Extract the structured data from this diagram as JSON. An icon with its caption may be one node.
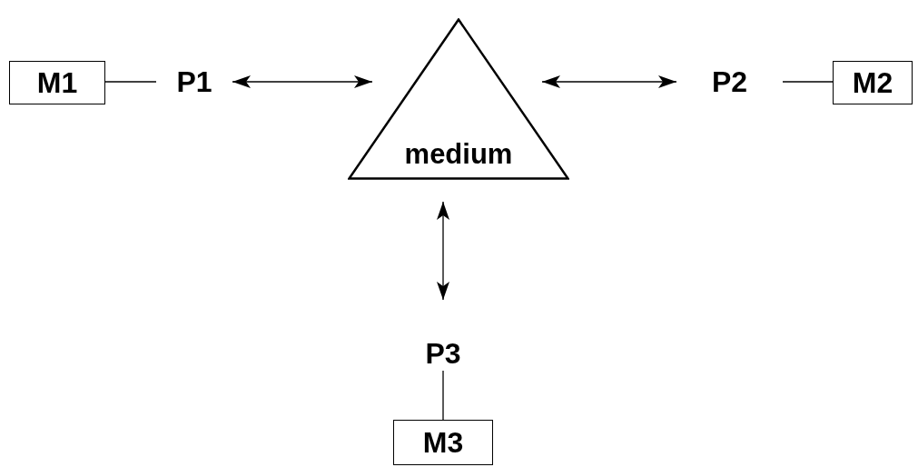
{
  "diagram": {
    "nodes": [
      {
        "text": [
          "M1"
        ]
      },
      {
        "text": [
          "P1"
        ]
      },
      {
        "text": [
          "medium"
        ]
      },
      {
        "text": [
          "P2"
        ]
      },
      {
        "text": [
          "M2"
        ]
      },
      {
        "text": [
          "P3"
        ]
      },
      {
        "text": [
          "M3"
        ]
      }
    ],
    "edges": [
      {
        "from": 0,
        "to": 1,
        "arrow": "none"
      },
      {
        "from": 1,
        "to": 2,
        "arrow": "both"
      },
      {
        "from": 2,
        "to": 3,
        "arrow": "both"
      },
      {
        "from": 3,
        "to": 4,
        "arrow": "none"
      },
      {
        "from": 2,
        "to": 5,
        "arrow": "both"
      },
      {
        "from": 5,
        "to": 6,
        "arrow": "none"
      }
    ]
  }
}
